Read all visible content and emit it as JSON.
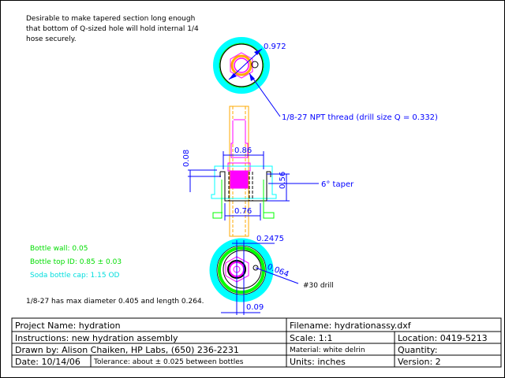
{
  "notes": {
    "top_line1": "Desirable to make tapered section long enough",
    "top_line2": "that bottom of Q-sized hole will hold internal 1/4",
    "top_line3": "hose securely.",
    "bottom_note": "1/8-27 has max diameter 0.405 and length 0.264."
  },
  "legend": {
    "bottle_wall": "Bottle wall: 0.05",
    "bottle_top_id": "Bottle top ID: 0.85 ± 0.03",
    "soda_cap": "Soda bottle cap: 1.15 OD"
  },
  "dimensions": {
    "top_diameter": "0.972",
    "npt_thread": "1/8-27 NPT thread (drill size Q = 0.332)",
    "width_upper": "0.86",
    "width_lower": "0.76",
    "left_height": "0.08",
    "right_height": "0.56",
    "taper": "6° taper",
    "bottom_offset": "0.2475",
    "drill_diameter": "0.064",
    "drill": "#30 drill",
    "bottom_gap": "0.09"
  },
  "title_block": {
    "project": "Project Name: hydration",
    "filename": "Filename: hydrationassy.dxf",
    "instructions": "Instructions: new hydration assembly",
    "scale": "Scale: 1:1",
    "location": "Location: 0419-5213",
    "drawn_by": "Drawn by: Alison Chaiken, HP Labs, (650) 236-2231",
    "material": "Material: white delrin",
    "quantity": "Quantity:",
    "date": "Date: 10/14/06",
    "tolerance": "Tolerance: about ± 0.025 between bottles",
    "units": "Units: inches",
    "version": "Version: 2"
  },
  "colors": {
    "dimension": "#0000ff",
    "cap": "#00ffff",
    "bottle": "#00ff00",
    "fitting": "#ff00ff",
    "hose": "#ffaa00"
  }
}
